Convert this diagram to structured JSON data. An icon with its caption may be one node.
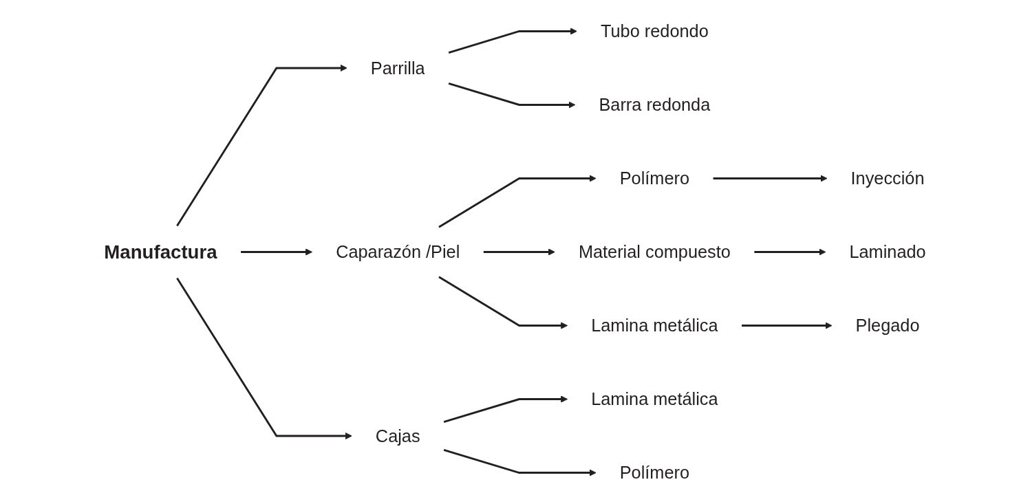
{
  "diagram": {
    "nodes": [
      {
        "text": [
          "Manufactura"
        ]
      },
      {
        "text": [
          "Parrilla"
        ]
      },
      {
        "text": [
          "Caparazón /Piel"
        ]
      },
      {
        "text": [
          "Cajas"
        ]
      },
      {
        "text": [
          "Tubo redondo"
        ]
      },
      {
        "text": [
          "Barra redonda"
        ]
      },
      {
        "text": [
          "Polímero"
        ]
      },
      {
        "text": [
          "Material compuesto"
        ]
      },
      {
        "text": [
          "Lamina metálica"
        ]
      },
      {
        "text": [
          "Inyección"
        ]
      },
      {
        "text": [
          "Laminado"
        ]
      },
      {
        "text": [
          "Plegado"
        ]
      },
      {
        "text": [
          "Lamina metálica"
        ]
      },
      {
        "text": [
          "Polímero"
        ]
      }
    ],
    "edges": [
      {
        "from": 0,
        "to": 1,
        "arrow": "to"
      },
      {
        "from": 0,
        "to": 2,
        "arrow": "to"
      },
      {
        "from": 0,
        "to": 3,
        "arrow": "to"
      },
      {
        "from": 1,
        "to": 4,
        "arrow": "to"
      },
      {
        "from": 1,
        "to": 5,
        "arrow": "to"
      },
      {
        "from": 2,
        "to": 6,
        "arrow": "to"
      },
      {
        "from": 2,
        "to": 7,
        "arrow": "to"
      },
      {
        "from": 2,
        "to": 8,
        "arrow": "to"
      },
      {
        "from": 6,
        "to": 9,
        "arrow": "to"
      },
      {
        "from": 7,
        "to": 10,
        "arrow": "to"
      },
      {
        "from": 8,
        "to": 11,
        "arrow": "to"
      },
      {
        "from": 3,
        "to": 12,
        "arrow": "to"
      },
      {
        "from": 3,
        "to": 13,
        "arrow": "to"
      }
    ]
  }
}
